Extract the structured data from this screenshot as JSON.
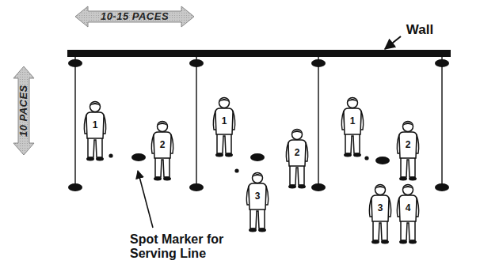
{
  "diagram": {
    "labels": [
      "10-15 PACES",
      "10 PACES",
      "Wall",
      "Spot Marker for Serving Line",
      "1",
      "2",
      "1",
      "3",
      "2",
      "1",
      "2",
      "3",
      "4"
    ]
  }
}
